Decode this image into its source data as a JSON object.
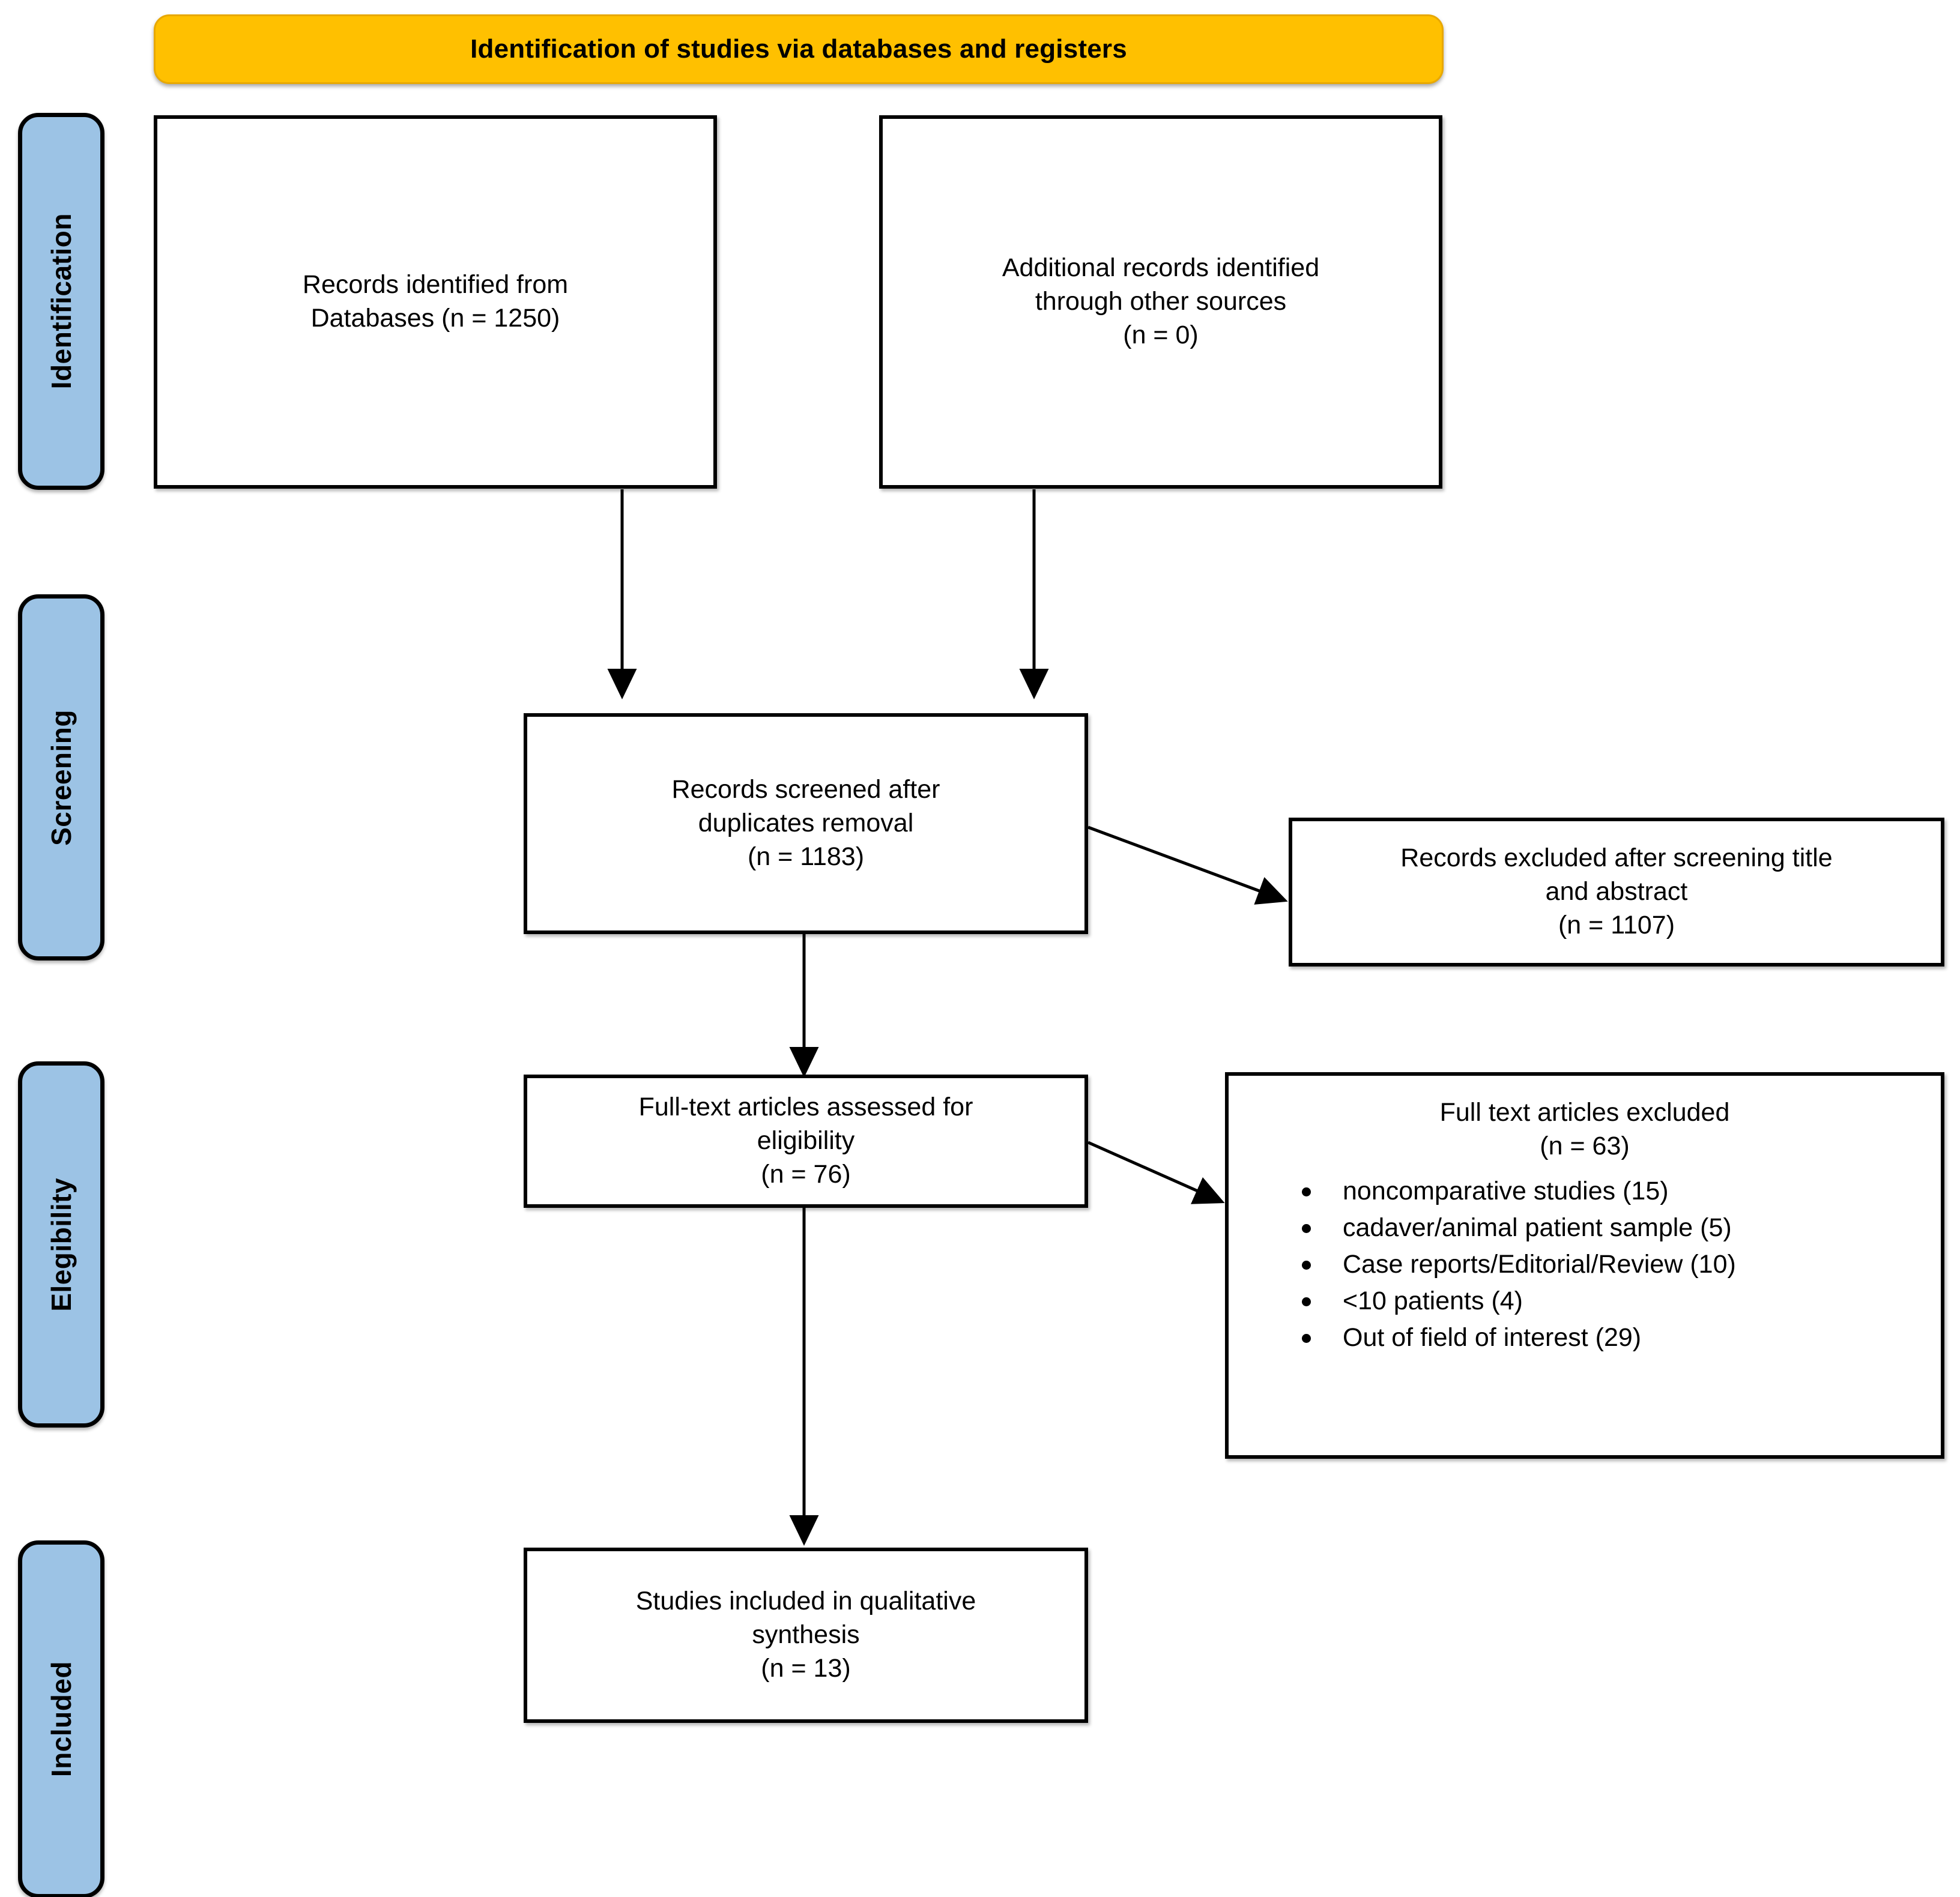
{
  "banner": {
    "title": "Identification of studies via databases and registers",
    "color": "#FFC000"
  },
  "stages": [
    {
      "id": "identification",
      "label": "Identification",
      "color": "#9CC3E5"
    },
    {
      "id": "screening",
      "label": "Screening",
      "color": "#9CC3E5"
    },
    {
      "id": "eligibility",
      "label": "Elegibility",
      "color": "#9CC3E5"
    },
    {
      "id": "included",
      "label": "Included",
      "color": "#9CC3E5"
    }
  ],
  "boxes": {
    "records_databases": {
      "lines": [
        "Records identified from",
        "Databases (n = 1250)"
      ],
      "n": 1250
    },
    "records_other_sources": {
      "lines": [
        "Additional records identified",
        "through other sources",
        "(n = 0)"
      ],
      "n": 0
    },
    "records_screened": {
      "lines": [
        "Records screened after",
        "duplicates removal",
        "(n = 1183)"
      ],
      "n": 1183
    },
    "records_excluded": {
      "lines": [
        "Records excluded after screening title",
        "and abstract",
        "(n = 1107)"
      ],
      "n": 1107
    },
    "fulltext_assessed": {
      "lines": [
        "Full-text articles assessed for",
        "eligibility",
        "(n = 76)"
      ],
      "n": 76
    },
    "fulltext_excluded": {
      "heading": [
        "Full text articles excluded",
        "(n = 63)"
      ],
      "n": 63,
      "reasons": [
        "noncomparative studies (15)",
        "cadaver/animal patient sample (5)",
        "Case reports/Editorial/Review (10)",
        "<10 patients (4)",
        "Out of field of interest (29)"
      ]
    },
    "studies_included": {
      "lines": [
        "Studies included in qualitative",
        "synthesis",
        "(n = 13)"
      ],
      "n": 13
    }
  }
}
